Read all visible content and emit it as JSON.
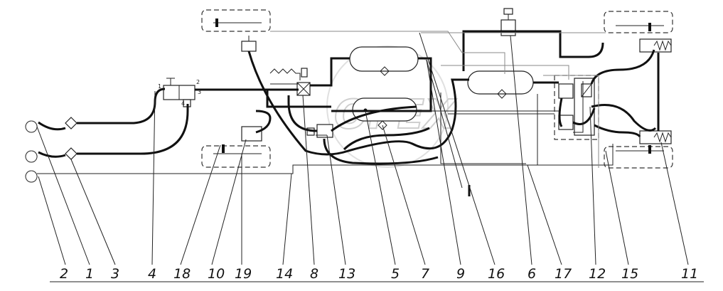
{
  "watermark": "OPEX",
  "callouts": [
    {
      "id": "c2",
      "label": "2"
    },
    {
      "id": "c1",
      "label": "1"
    },
    {
      "id": "c3",
      "label": "3"
    },
    {
      "id": "c4",
      "label": "4"
    },
    {
      "id": "c18",
      "label": "18"
    },
    {
      "id": "c10",
      "label": "10"
    },
    {
      "id": "c19",
      "label": "19"
    },
    {
      "id": "c14",
      "label": "14"
    },
    {
      "id": "c8",
      "label": "8"
    },
    {
      "id": "c13",
      "label": "13"
    },
    {
      "id": "c5",
      "label": "5"
    },
    {
      "id": "c7",
      "label": "7"
    },
    {
      "id": "c9",
      "label": "9"
    },
    {
      "id": "c16",
      "label": "16"
    },
    {
      "id": "c6",
      "label": "6"
    },
    {
      "id": "c17",
      "label": "17"
    },
    {
      "id": "c12",
      "label": "12"
    },
    {
      "id": "c15",
      "label": "15"
    },
    {
      "id": "c11",
      "label": "11"
    }
  ],
  "port_labels": {
    "p1": "1",
    "p2": "2",
    "p3": "3",
    "p4": "4"
  }
}
